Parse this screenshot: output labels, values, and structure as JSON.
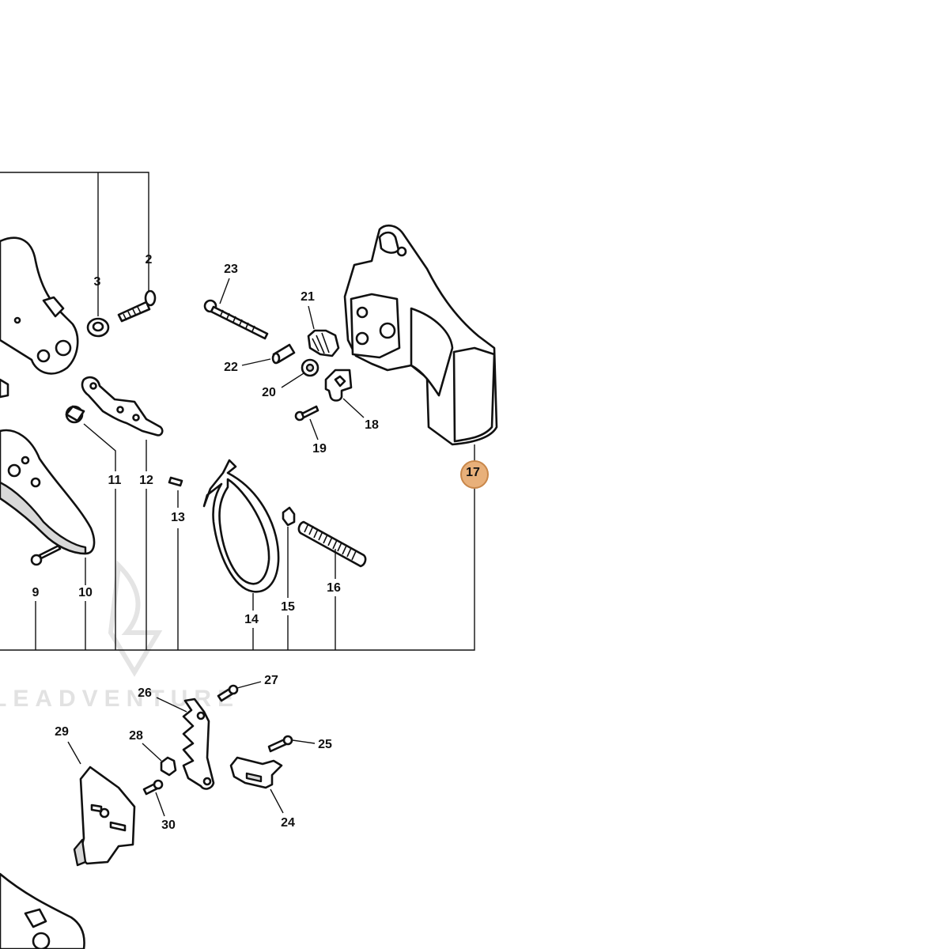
{
  "diagram": {
    "watermark": "LEADVENTURE",
    "highlighted_callout": "17",
    "colors": {
      "highlight_fill": "#e8b07a",
      "highlight_stroke": "#c8874a",
      "line": "#111111",
      "part_fill": "#ffffff",
      "watermark": "#e2e2e2"
    },
    "callouts": [
      {
        "id": "c2",
        "label": "2"
      },
      {
        "id": "c3",
        "label": "3"
      },
      {
        "id": "c9",
        "label": "9"
      },
      {
        "id": "c10",
        "label": "10"
      },
      {
        "id": "c11",
        "label": "11"
      },
      {
        "id": "c12",
        "label": "12"
      },
      {
        "id": "c13",
        "label": "13"
      },
      {
        "id": "c14",
        "label": "14"
      },
      {
        "id": "c15",
        "label": "15"
      },
      {
        "id": "c16",
        "label": "16"
      },
      {
        "id": "c17",
        "label": "17"
      },
      {
        "id": "c18",
        "label": "18"
      },
      {
        "id": "c19",
        "label": "19"
      },
      {
        "id": "c20",
        "label": "20"
      },
      {
        "id": "c21",
        "label": "21"
      },
      {
        "id": "c22",
        "label": "22"
      },
      {
        "id": "c23",
        "label": "23"
      },
      {
        "id": "c24",
        "label": "24"
      },
      {
        "id": "c25",
        "label": "25"
      },
      {
        "id": "c26",
        "label": "26"
      },
      {
        "id": "c27",
        "label": "27"
      },
      {
        "id": "c28",
        "label": "28"
      },
      {
        "id": "c29",
        "label": "29"
      },
      {
        "id": "c30",
        "label": "30"
      }
    ]
  }
}
